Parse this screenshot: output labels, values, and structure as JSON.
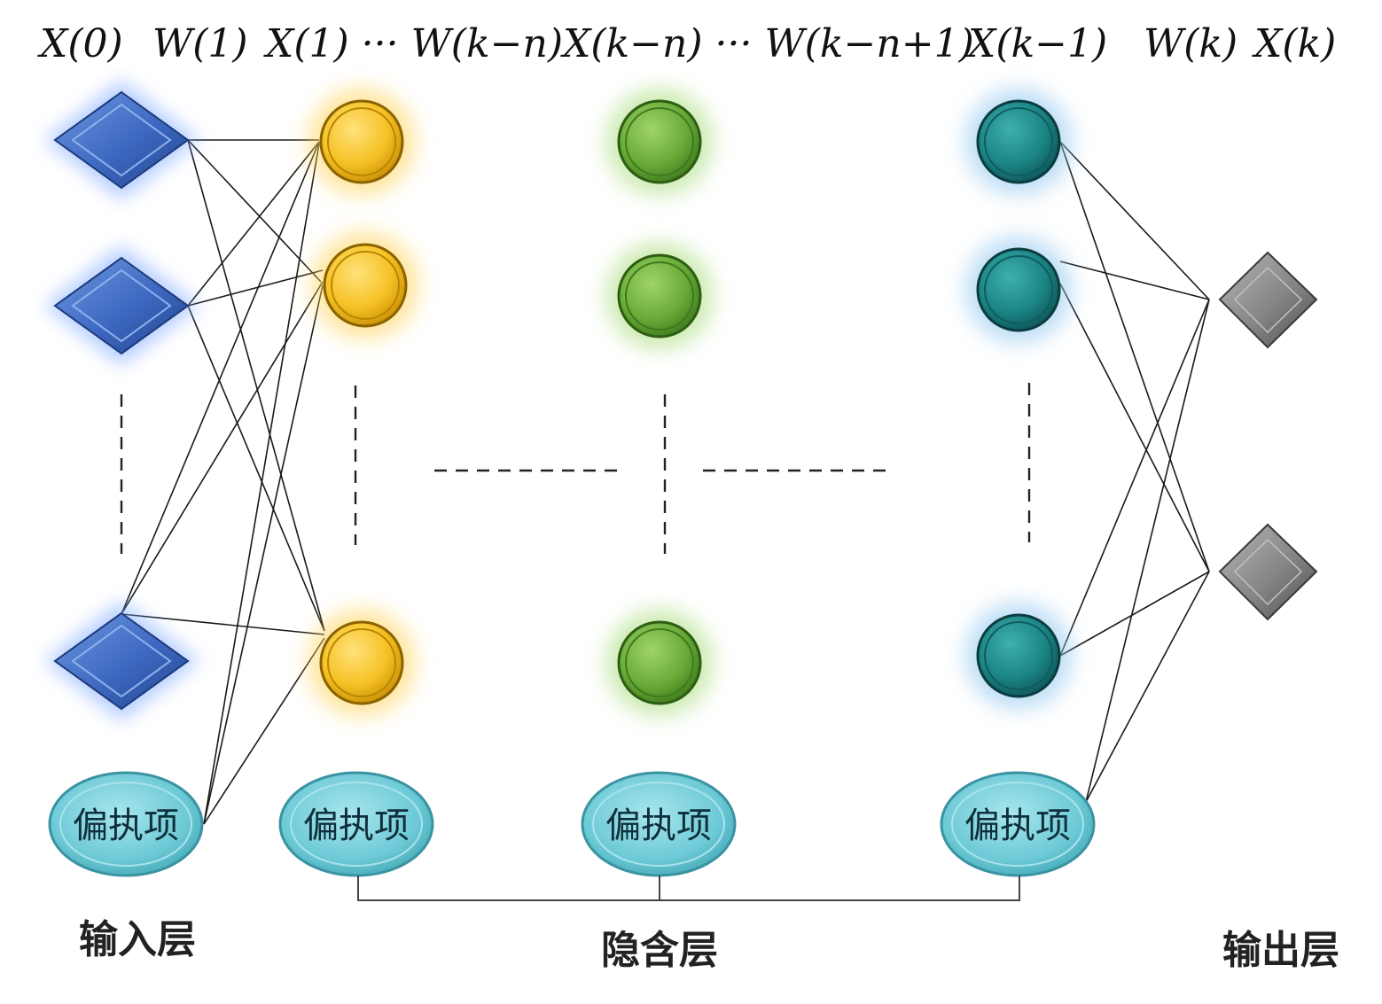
{
  "headers": {
    "h1": "X(0)",
    "h2": "W(1)",
    "h3": "X(1) ··· W(k−n)",
    "h4": "X(k−n) ··· W(k−n+1)",
    "h5": "X(k−1)",
    "h6": "W(k)",
    "h7": "X(k)"
  },
  "bias_label": "偏执项",
  "layers": {
    "input": "输入层",
    "hidden": "隐含层",
    "output": "输出层"
  },
  "colors": {
    "input_node": "#3f6fc4",
    "hidden1_node": "#f5c12a",
    "hidden2_node": "#6fae3c",
    "hidden3_node": "#1f8a8a",
    "output_node": "#7a7a7a",
    "bias_node": "#6cc9d6"
  }
}
